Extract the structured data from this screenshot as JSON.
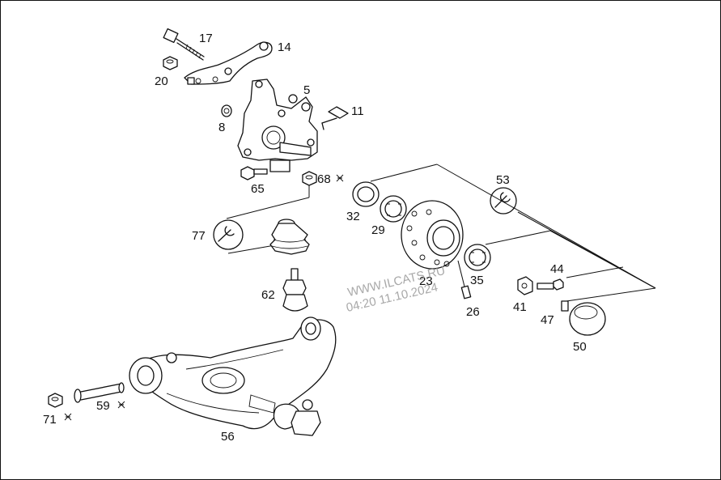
{
  "diagram": {
    "title": "",
    "callouts": [
      {
        "id": "17",
        "text": "17"
      },
      {
        "id": "14",
        "text": "14"
      },
      {
        "id": "20",
        "text": "20"
      },
      {
        "id": "5",
        "text": "5"
      },
      {
        "id": "11",
        "text": "11"
      },
      {
        "id": "8",
        "text": "8"
      },
      {
        "id": "65",
        "text": "65"
      },
      {
        "id": "68",
        "text": "68"
      },
      {
        "id": "53",
        "text": "53"
      },
      {
        "id": "32",
        "text": "32"
      },
      {
        "id": "29",
        "text": "29"
      },
      {
        "id": "77",
        "text": "77"
      },
      {
        "id": "23",
        "text": "23"
      },
      {
        "id": "35",
        "text": "35"
      },
      {
        "id": "44",
        "text": "44"
      },
      {
        "id": "62",
        "text": "62"
      },
      {
        "id": "26",
        "text": "26"
      },
      {
        "id": "41",
        "text": "41"
      },
      {
        "id": "47",
        "text": "47"
      },
      {
        "id": "50",
        "text": "50"
      },
      {
        "id": "71",
        "text": "71"
      },
      {
        "id": "59",
        "text": "59"
      },
      {
        "id": "56",
        "text": "56"
      }
    ],
    "watermark": {
      "line1": "WWW.ILCATS.RU",
      "line2": "04:20 11.10.2024"
    }
  }
}
